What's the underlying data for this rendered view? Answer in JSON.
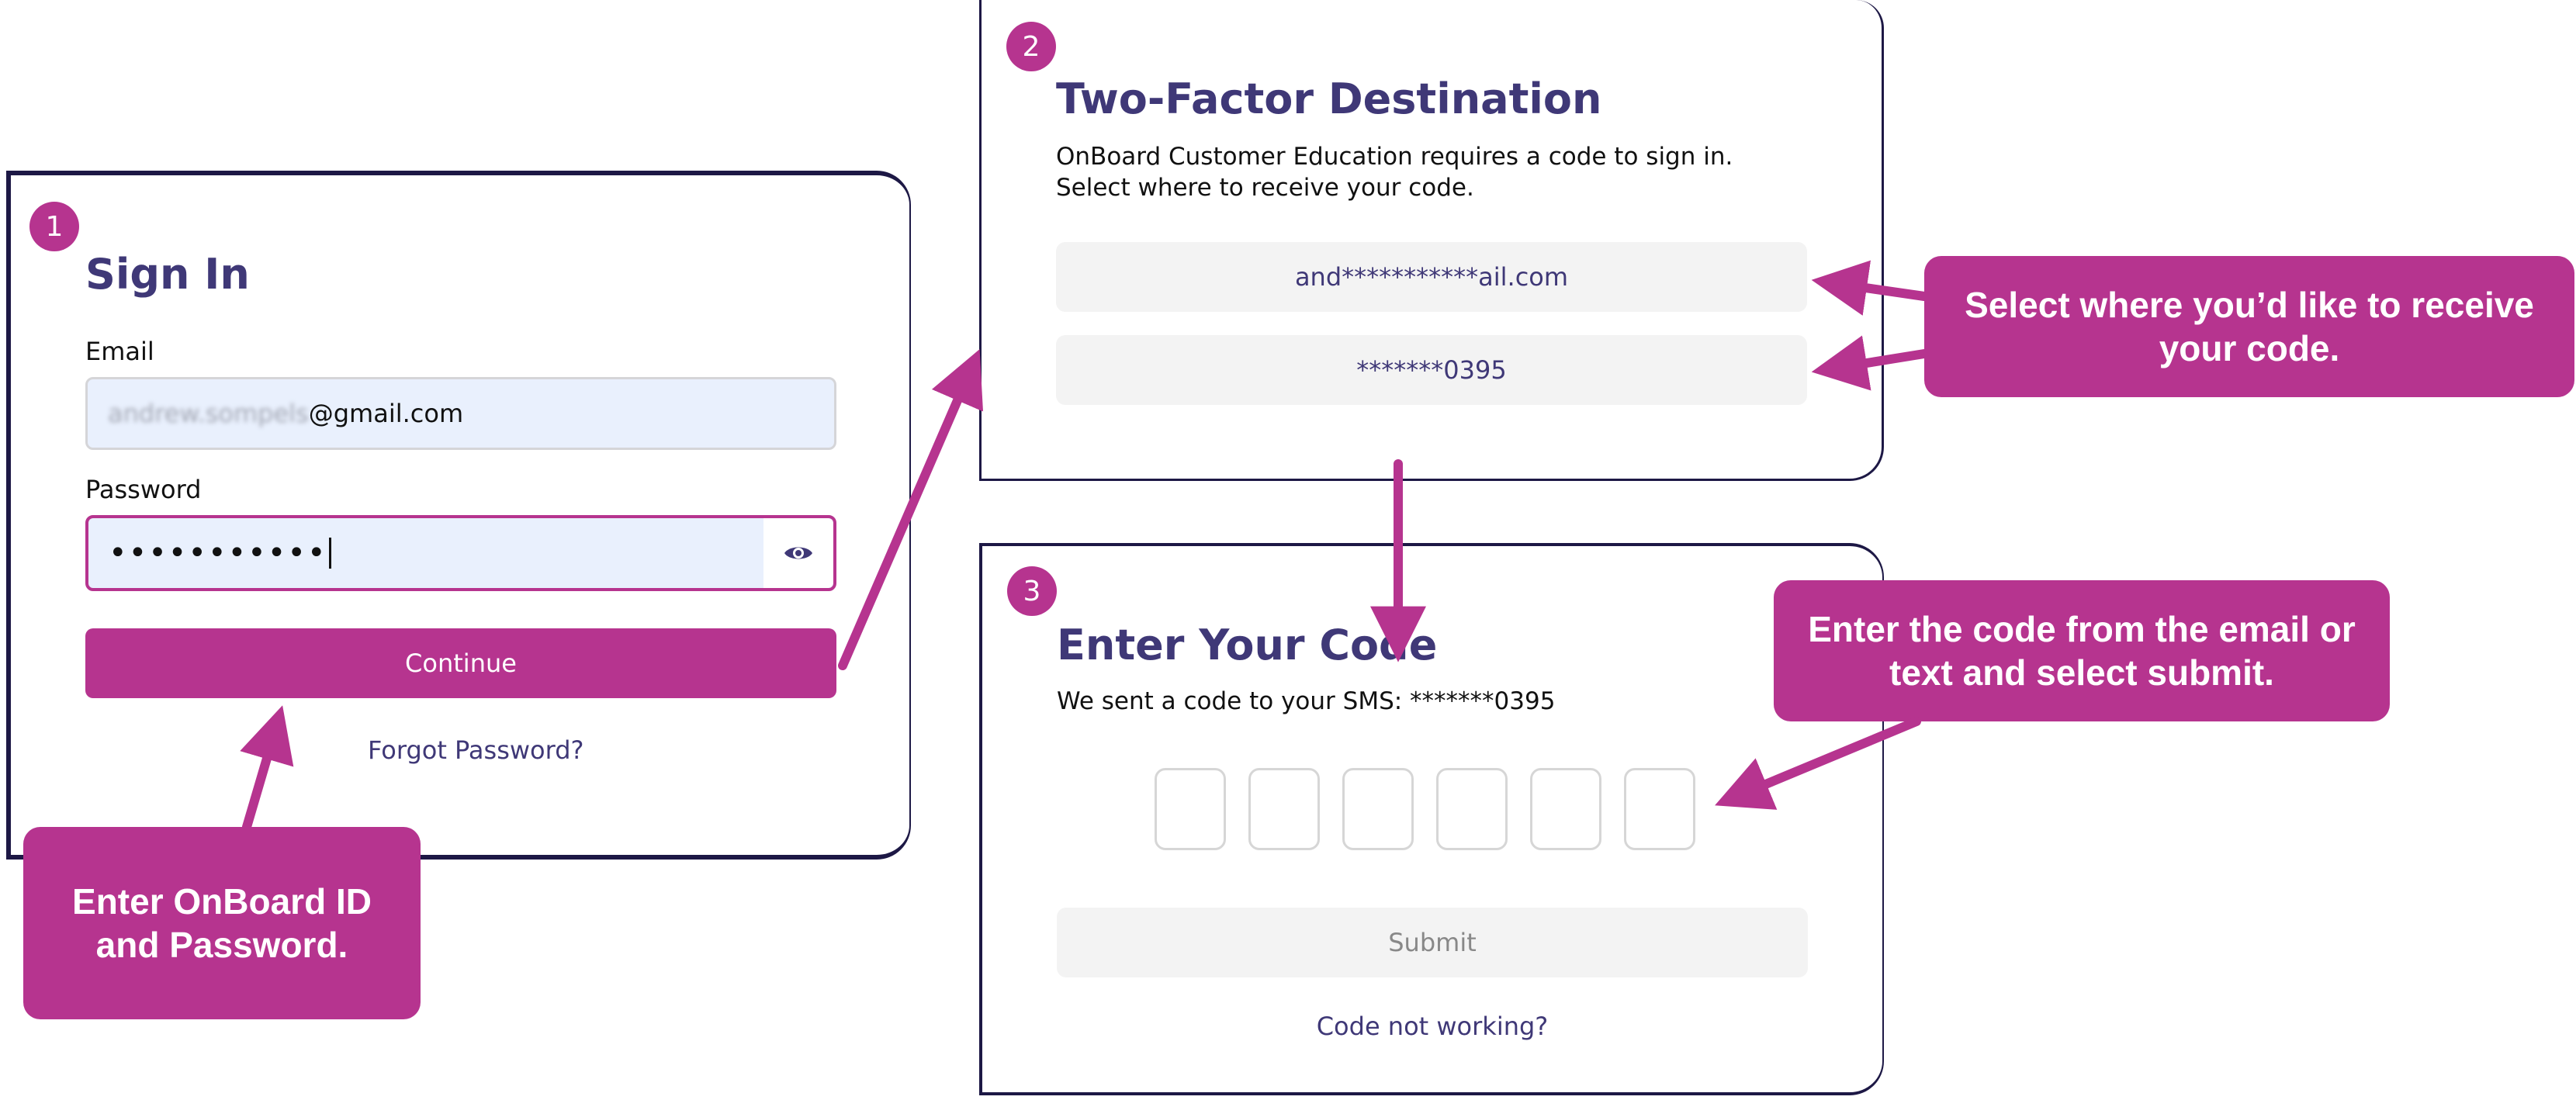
{
  "step1": {
    "badge": "1",
    "title": "Sign In",
    "email_label": "Email",
    "email_blurred": "andrew.sompels",
    "email_domain": "@gmail.com",
    "password_label": "Password",
    "password_masked": "•••••••••••",
    "continue_label": "Continue",
    "forgot_label": "Forgot Password?",
    "show_password_icon": "eye-icon"
  },
  "step2": {
    "badge": "2",
    "title": "Two-Factor Destination",
    "description": "OnBoard Customer Education requires a code to sign in. Select where to receive your code.",
    "options": [
      "and***********ail.com",
      "*******0395"
    ]
  },
  "step3": {
    "badge": "3",
    "title": "Enter Your Code",
    "description": "We sent a code to your SMS: *******0395",
    "code_box_count": 6,
    "submit_label": "Submit",
    "help_label": "Code not working?"
  },
  "callouts": {
    "signin": "Enter OnBoard ID and Password.",
    "destination": "Select where you’d like to receive your code.",
    "code": "Enter the code from the email or text and select submit."
  },
  "colors": {
    "accent": "#b6348f",
    "heading": "#3f3877",
    "card_border": "#1d1845"
  }
}
